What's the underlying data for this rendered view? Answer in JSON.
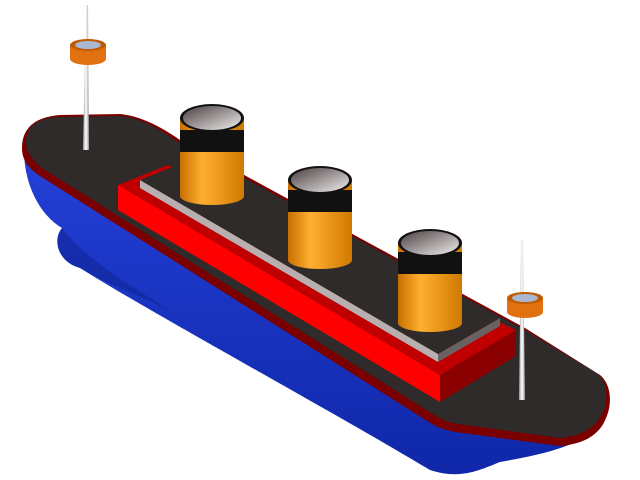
{
  "scene": {
    "subject": "ship-model-render",
    "funnel_count": 3,
    "mast_count": 2
  },
  "colors": {
    "background": "#ffffff",
    "hull": "#1a37c8",
    "hull_shadow": "#0d2190",
    "deck": "#2f2b2b",
    "deck_rim": "#7a0000",
    "superstructure": "#ff0000",
    "superstructure_side": "#8a0000",
    "upper_deck_stripe": "#b8b0b0",
    "funnel": "#f39a10",
    "funnel_band": "#111111",
    "mast": "#d8d8d8",
    "crows_nest": "#e07010"
  }
}
